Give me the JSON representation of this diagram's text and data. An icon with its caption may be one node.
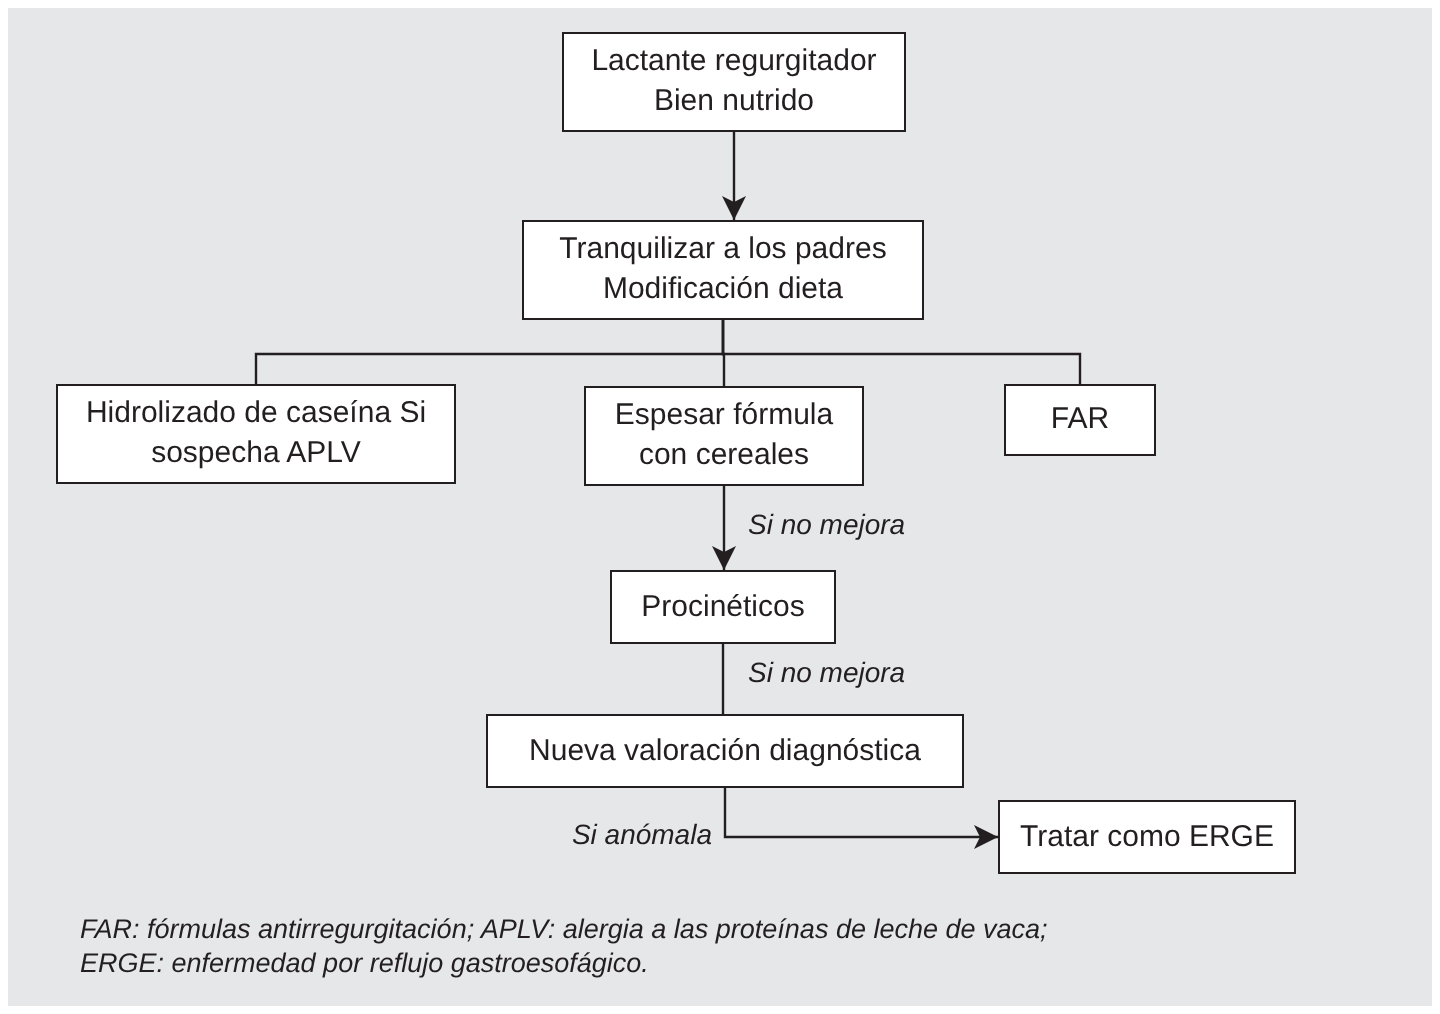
{
  "diagram": {
    "nodes": [
      {
        "text": [
          "Lactante regurgitador Bien nutrido"
        ]
      },
      {
        "text": [
          "Tranquilizar a los padres Modificación dieta"
        ]
      },
      {
        "text": [
          "Hidrolizado de caseína Si sospecha APLV"
        ]
      },
      {
        "text": [
          "Espesar fórmula con cereales"
        ]
      },
      {
        "text": [
          "FAR"
        ]
      },
      {
        "text": [
          "Procinéticos"
        ]
      },
      {
        "text": [
          "Nueva valoración diagnóstica"
        ]
      },
      {
        "text": [
          "Tratar como ERGE"
        ]
      }
    ],
    "edges": [
      {
        "from": 0,
        "to": 1,
        "arrow": "to"
      },
      {
        "from": 1,
        "to": 2,
        "arrow": "none"
      },
      {
        "from": 1,
        "to": 3,
        "arrow": "none"
      },
      {
        "from": 1,
        "to": 4,
        "arrow": "none"
      },
      {
        "from": 3,
        "to": 5,
        "arrow": "to",
        "label": "Si no mejora"
      },
      {
        "from": 5,
        "to": 6,
        "arrow": "none",
        "label": "Si no mejora"
      },
      {
        "from": 6,
        "to": 7,
        "arrow": "to",
        "label": "Si anómala"
      }
    ],
    "labels": [
      "FAR: fórmulas antirregurgitación; APLV: alergia a las proteínas de leche de vaca;",
      "ERGE: enfermedad por reflujo gastroesofágico."
    ]
  }
}
